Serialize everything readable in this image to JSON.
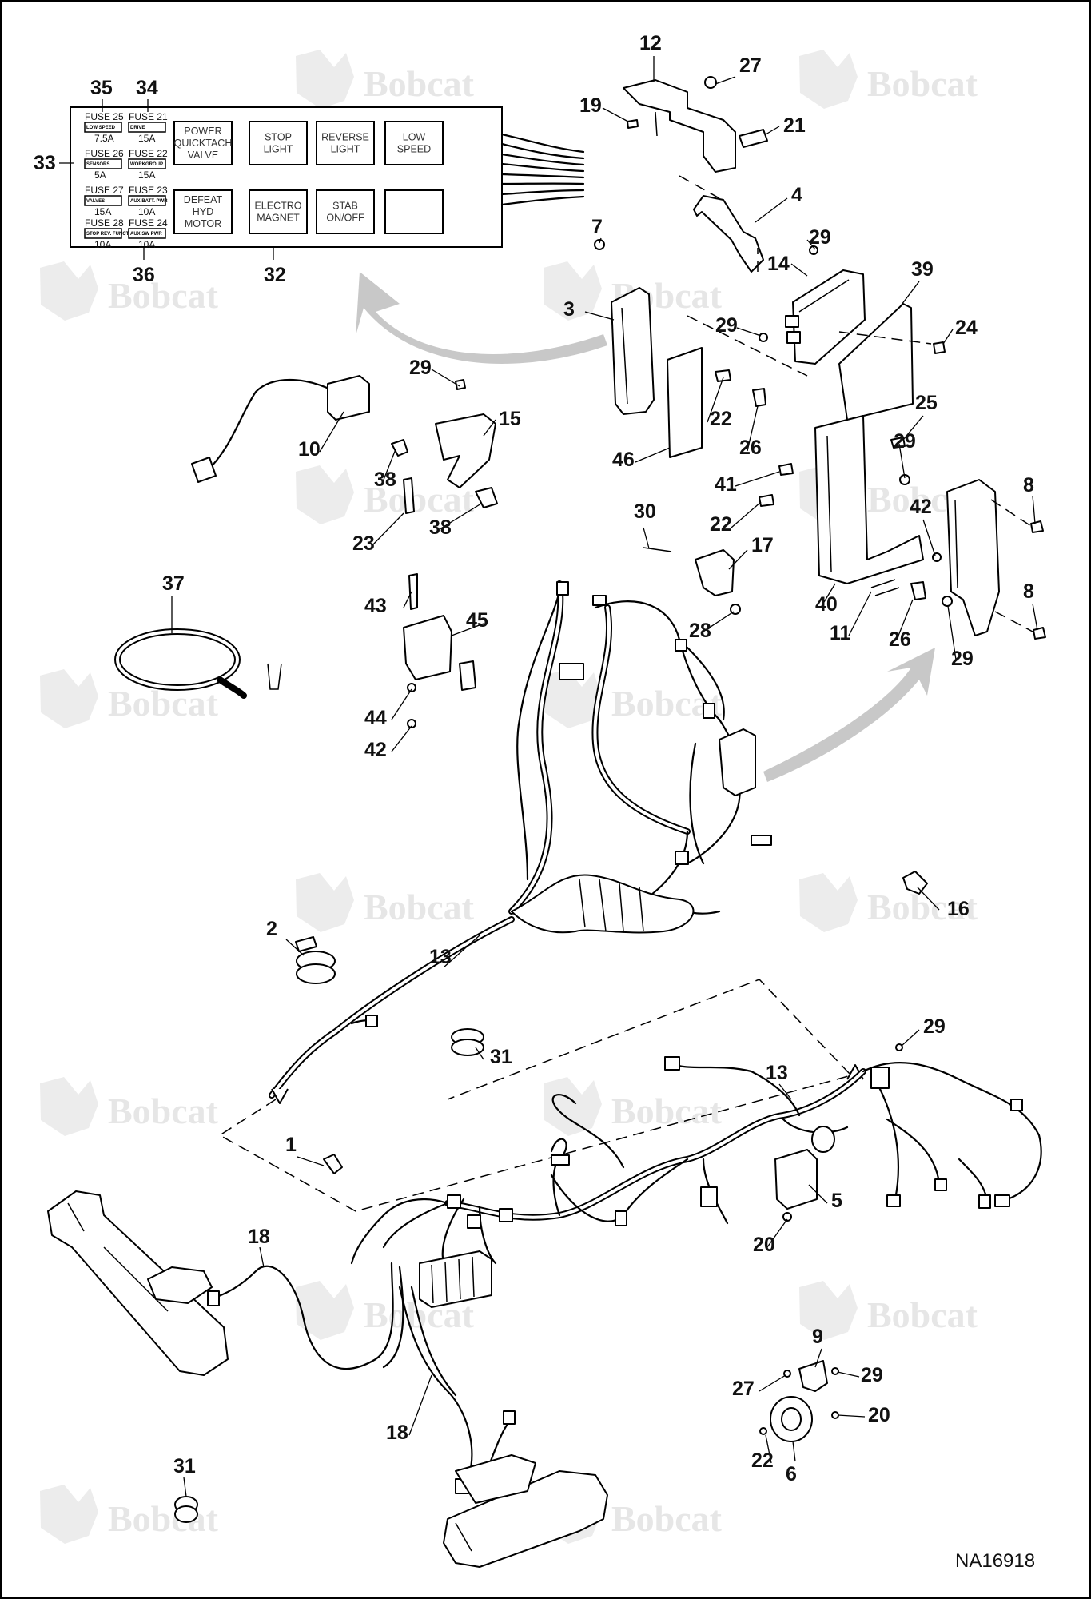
{
  "drawing_code": "NA16918",
  "watermark": "Bobcat",
  "fuse_panel": {
    "fuses": [
      {
        "title": "FUSE 25",
        "tag": "LOW SPEED",
        "rating": "7.5A"
      },
      {
        "title": "FUSE 21",
        "tag": "DRIVE",
        "rating": "15A"
      },
      {
        "title": "FUSE 26",
        "tag": "SENSORS",
        "rating": "5A"
      },
      {
        "title": "FUSE 22",
        "tag": "WORKGROUP",
        "rating": "15A"
      },
      {
        "title": "FUSE 27",
        "tag": "VALVES",
        "rating": "15A"
      },
      {
        "title": "FUSE 23",
        "tag": "AUX BATT. PWR",
        "rating": "10A"
      },
      {
        "title": "FUSE 28",
        "tag": "STOP REV. FUNCTIONS",
        "rating": "10A"
      },
      {
        "title": "FUSE 24",
        "tag": "AUX SW PWR",
        "rating": "10A"
      }
    ],
    "relays": [
      [
        "POWER",
        "QUICKTACH",
        "VALVE"
      ],
      [
        "STOP",
        "LIGHT"
      ],
      [
        "REVERSE",
        "LIGHT"
      ],
      [
        "LOW",
        "SPEED"
      ],
      [
        "DEFEAT",
        "HYD",
        "MOTOR"
      ],
      [
        "ELECTRO",
        "MAGNET"
      ],
      [
        "STAB",
        "ON/OFF"
      ],
      []
    ]
  },
  "callouts": [
    "35",
    "34",
    "33",
    "36",
    "32",
    "12",
    "27",
    "19",
    "21",
    "4",
    "7",
    "29",
    "14",
    "39",
    "3",
    "29",
    "24",
    "22",
    "25",
    "26",
    "29",
    "46",
    "41",
    "8",
    "42",
    "22",
    "30",
    "17",
    "40",
    "11",
    "26",
    "8",
    "28",
    "29",
    "29",
    "15",
    "10",
    "38",
    "38",
    "23",
    "37",
    "43",
    "45",
    "44",
    "42",
    "16",
    "2",
    "13",
    "31",
    "29",
    "13",
    "1",
    "5",
    "20",
    "18",
    "18",
    "9",
    "29",
    "27",
    "20",
    "22",
    "6",
    "31"
  ]
}
